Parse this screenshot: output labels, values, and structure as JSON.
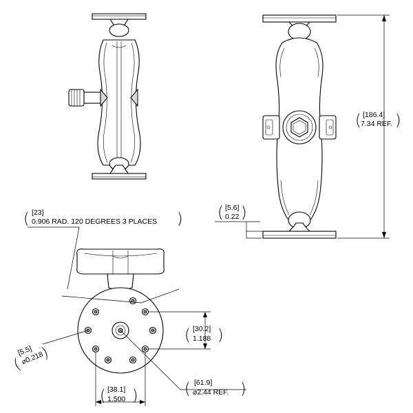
{
  "dimensions": {
    "overall_length": {
      "metric": "[186.4]",
      "imperial": "7.34 REF."
    },
    "ball_offset": {
      "metric": "[5.6]",
      "imperial": "0.22"
    },
    "radius_note": {
      "metric": "[23]",
      "imperial": "0.906 RAD. 120 DEGREES 3 PLACES"
    },
    "hole_spacing": {
      "metric": "[30.2]",
      "imperial": "1.188"
    },
    "hole_diameter": {
      "metric": "[5.5]",
      "imperial": "⌀0.218"
    },
    "plate_width": {
      "metric": "[38.1]",
      "imperial": "1.500"
    },
    "plate_diameter": {
      "metric": "[61.9]",
      "imperial": "⌀2.44 REF."
    }
  }
}
